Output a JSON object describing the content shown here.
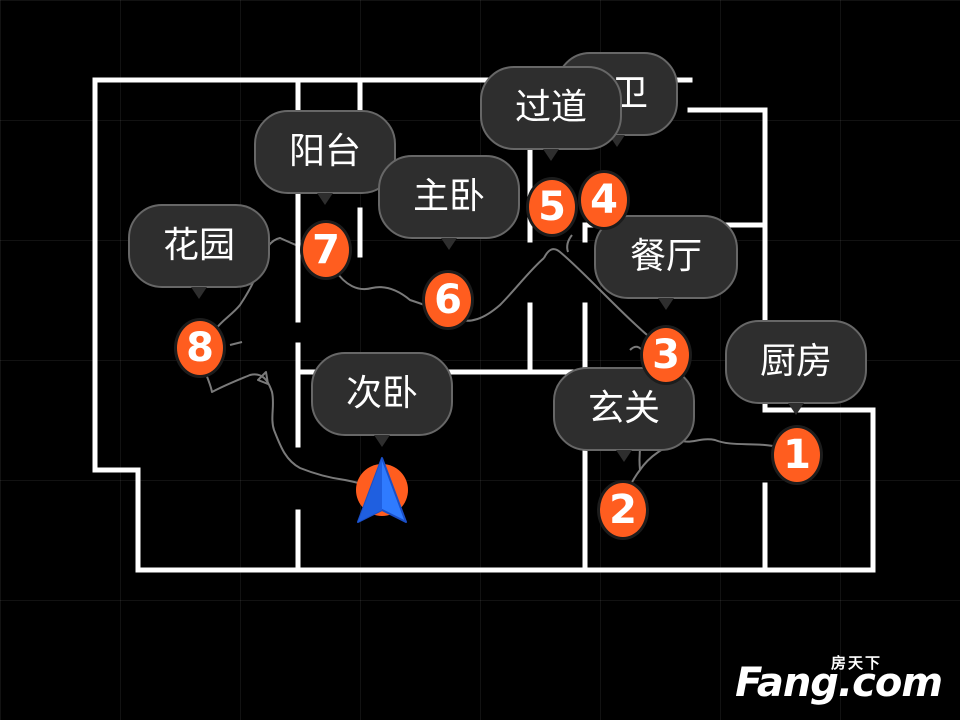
{
  "floorplan": {
    "rooms": [
      {
        "key": "garden",
        "label": "花园"
      },
      {
        "key": "balcony",
        "label": "阳台"
      },
      {
        "key": "master",
        "label": "主卧"
      },
      {
        "key": "corridor",
        "label": "过道"
      },
      {
        "key": "bath",
        "label": "卫"
      },
      {
        "key": "dining",
        "label": "餐厅"
      },
      {
        "key": "kitchen",
        "label": "厨房"
      },
      {
        "key": "second",
        "label": "次卧"
      },
      {
        "key": "entrance",
        "label": "玄关"
      }
    ],
    "stops": [
      "1",
      "2",
      "3",
      "4",
      "5",
      "6",
      "7",
      "8"
    ],
    "marker_icon": "navigation-arrow-icon",
    "colors": {
      "background": "#000000",
      "walls": "#ffffff",
      "pin": "#ff5d1f",
      "tag": "#2e2e2e",
      "marker": "#2f7bff"
    }
  },
  "watermark": {
    "brand_cn": "房天下",
    "brand_en": "Fang.com"
  }
}
